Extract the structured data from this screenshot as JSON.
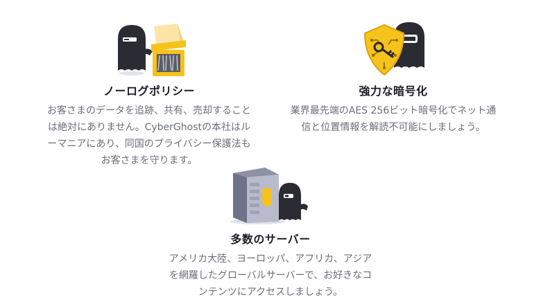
{
  "features": [
    {
      "icon": "ghost-shredder-icon",
      "title": "ノーログポリシー",
      "description_lines": [
        "お客さまのデータを追跡、共有、売却すること",
        "は絶対にありません。CyberGhostの本社はル",
        "ーマニアにあり、同国のプライバシー保護法も",
        "お客さまを守ります。"
      ]
    },
    {
      "icon": "shield-key-ghost-icon",
      "title": "強力な暗号化",
      "description_lines": [
        "業界最先端のAES 256ビット暗号化でネット通",
        "信と位置情報を解読不可能にしましょう。"
      ]
    },
    {
      "icon": "server-ghost-icon",
      "title": "多数のサーバー",
      "description_lines": [
        "アメリカ大陸、ヨーロッパ、アフリカ、アジア",
        "を網羅したグローバルサーバーで、お好きなコ",
        "ンテンツにアクセスしましょう。"
      ]
    }
  ],
  "colors": {
    "accent_yellow": "#f6c21c",
    "ghost_dark": "#2a2b33",
    "title_text": "#1c1c28",
    "body_text": "#6b6e7a"
  }
}
